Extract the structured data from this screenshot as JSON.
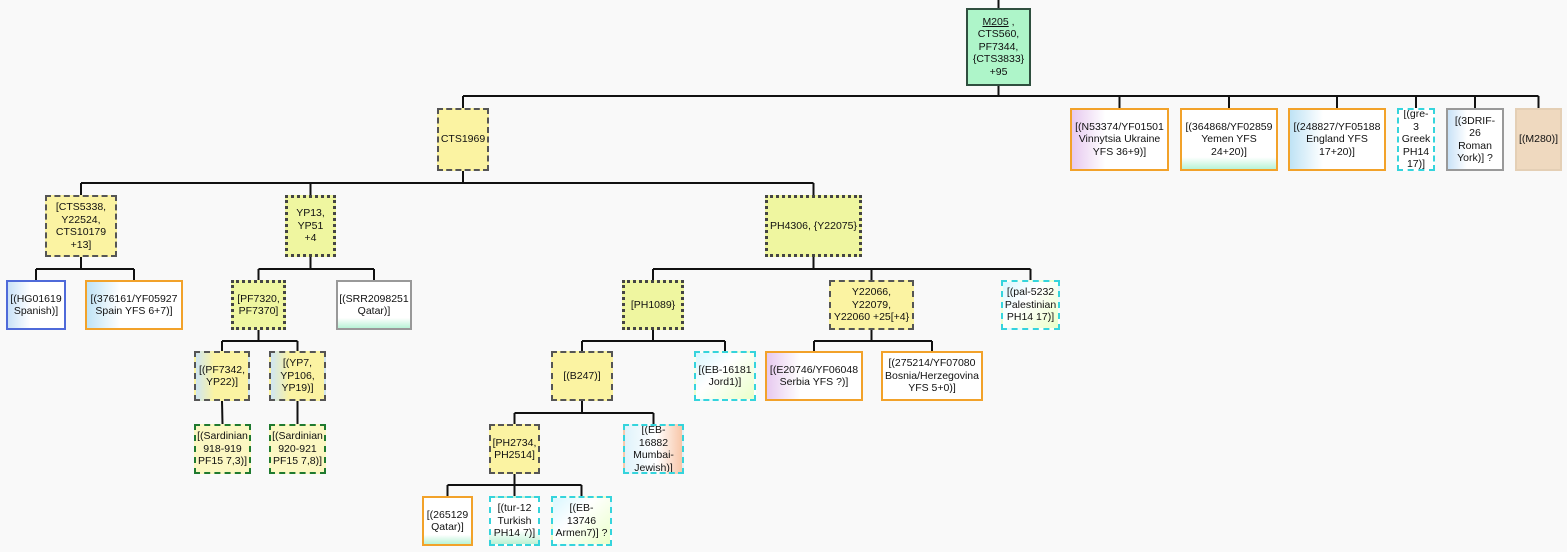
{
  "diagram": {
    "nodes": [
      {
        "id": "m205",
        "text": "M205 ,\nCTS560,\nPF7344,\n{CTS3833}\n+95"
      },
      {
        "id": "cts1969",
        "text": "CTS1969"
      },
      {
        "id": "n53374",
        "text": "[(N53374/YF01501\nVinnytsia Ukraine\nYFS 36+9)]"
      },
      {
        "id": "364868",
        "text": "[(364868/YF02859\nYemen YFS\n24+20)]"
      },
      {
        "id": "248827",
        "text": "[(248827/YF05188\nEngland YFS\n17+20)]"
      },
      {
        "id": "gre3",
        "text": "[(gre-3\nGreek\nPH14\n17)]"
      },
      {
        "id": "3drif",
        "text": "[(3DRIF-26\nRoman\nYork)] ?"
      },
      {
        "id": "m280",
        "text": "[(M280)]"
      },
      {
        "id": "cts5338",
        "text": "[CTS5338,\nY22524,\nCTS10179\n+13]"
      },
      {
        "id": "yp13",
        "text": "YP13,\nYP51\n+4"
      },
      {
        "id": "ph4306",
        "text": "PH4306, {Y22075}"
      },
      {
        "id": "hg01619",
        "text": "[(HG01619\nSpanish)]"
      },
      {
        "id": "376161",
        "text": "[(376161/YF05927\nSpain YFS 6+7)]"
      },
      {
        "id": "pf7320",
        "text": "[PF7320,\nPF7370]"
      },
      {
        "id": "srr",
        "text": "[(SRR2098251\nQatar)]"
      },
      {
        "id": "ph1089",
        "text": "[PH1089}"
      },
      {
        "id": "y22066",
        "text": "Y22066,\nY22079,\nY22060 +25[+4}"
      },
      {
        "id": "pal5232",
        "text": "[(pal-5232\nPalestinian\nPH14 17)]"
      },
      {
        "id": "pf7342",
        "text": "[(PF7342,\nYP22)]"
      },
      {
        "id": "yp7",
        "text": "[(YP7,\nYP106,\nYP19)]"
      },
      {
        "id": "b247",
        "text": "[(B247)]"
      },
      {
        "id": "eb16181",
        "text": "[(EB-16181\nJord1)]"
      },
      {
        "id": "e20746",
        "text": "[(E20746/YF06048\nSerbia YFS ?)]"
      },
      {
        "id": "275214",
        "text": "[(275214/YF07080\nBosnia/Herzegovina\nYFS 5+0)]"
      },
      {
        "id": "sard918",
        "text": "[(Sardinian\n918-919\nPF15 7,3)]"
      },
      {
        "id": "sard920",
        "text": "[(Sardinian\n920-921\nPF15 7,8)]"
      },
      {
        "id": "ph2734",
        "text": "[PH2734,\nPH2514]"
      },
      {
        "id": "eb16882",
        "text": "[(EB-16882\nMumbai-\nJewish)]"
      },
      {
        "id": "265129",
        "text": "[(265129\nQatar)]"
      },
      {
        "id": "tur12",
        "text": "[(tur-12\nTurkish\nPH14 7)]"
      },
      {
        "id": "eb13746",
        "text": "[(EB-13746\nArmen7)] ?"
      }
    ]
  }
}
